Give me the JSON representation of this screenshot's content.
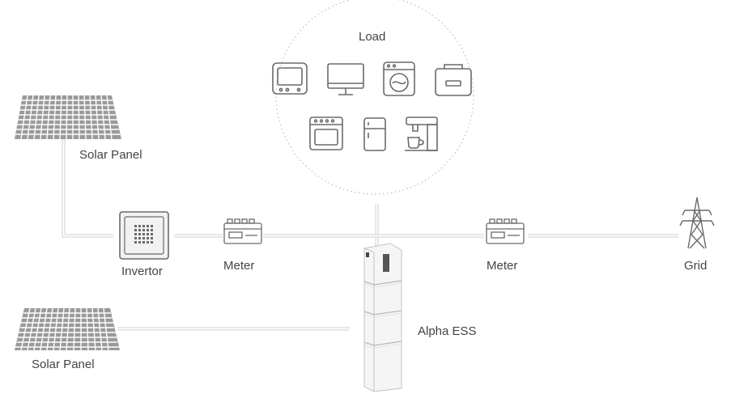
{
  "labels": {
    "load": "Load",
    "solar_panel_top": "Solar Panel",
    "invertor": "Invertor",
    "meter_left": "Meter",
    "meter_right": "Meter",
    "grid": "Grid",
    "alpha_ess": "Alpha ESS",
    "solar_panel_bottom": "Solar Panel"
  },
  "colors": {
    "line": "#cfcfcf",
    "icon_stroke": "#6a6a6a",
    "panel_fill": "#8a8a8a",
    "text": "#444444",
    "battery_fill": "#f4f4f4",
    "battery_edge": "#c8c8c8"
  }
}
